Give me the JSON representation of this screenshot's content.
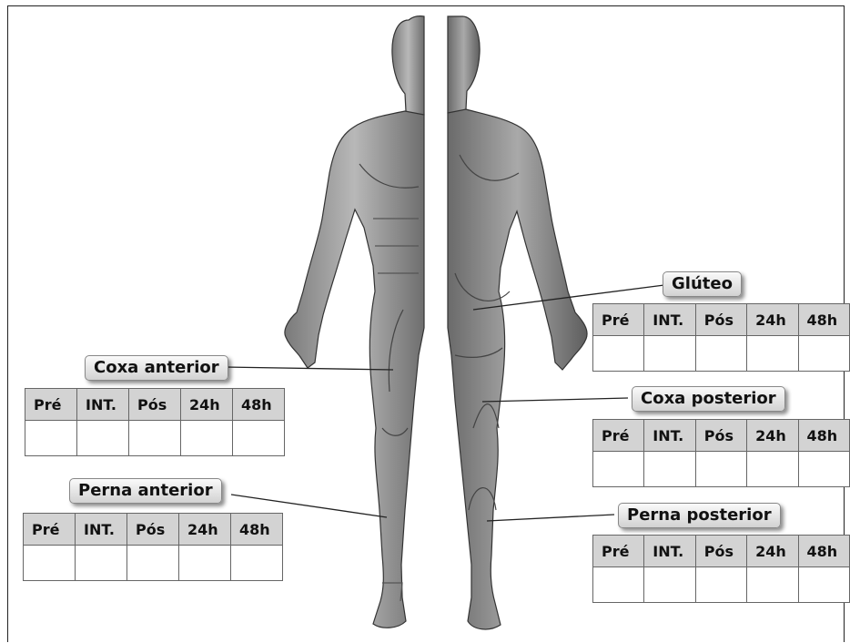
{
  "column_headers": [
    "Pré",
    "INT.",
    "Pós",
    "24h",
    "48h"
  ],
  "regions": [
    {
      "id": "coxa-anterior",
      "label": "Coxa anterior"
    },
    {
      "id": "perna-anterior",
      "label": "Perna anterior"
    },
    {
      "id": "gluteo",
      "label": "Glúteo"
    },
    {
      "id": "coxa-posterior",
      "label": "Coxa posterior"
    },
    {
      "id": "perna-posterior",
      "label": "Perna posterior"
    }
  ]
}
